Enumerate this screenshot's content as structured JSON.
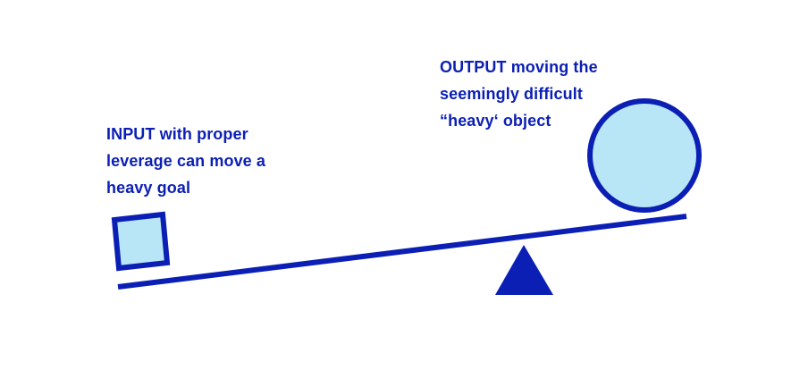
{
  "diagram": {
    "input_label": {
      "lines": [
        "INPUT with proper",
        "leverage can move a",
        "heavy goal"
      ]
    },
    "output_label": {
      "lines": [
        "OUTPUT moving the",
        "seemingly difficult",
        "“heavy‘ object"
      ]
    },
    "colors": {
      "stroke": "#0b1fb5",
      "fill": "#b8e6f6",
      "text": "#0b1fb5",
      "background": "#ffffff"
    },
    "icons": {
      "small_weight": "square-weight",
      "large_weight": "circle-weight",
      "fulcrum": "triangle-fulcrum",
      "lever": "lever-beam"
    }
  }
}
